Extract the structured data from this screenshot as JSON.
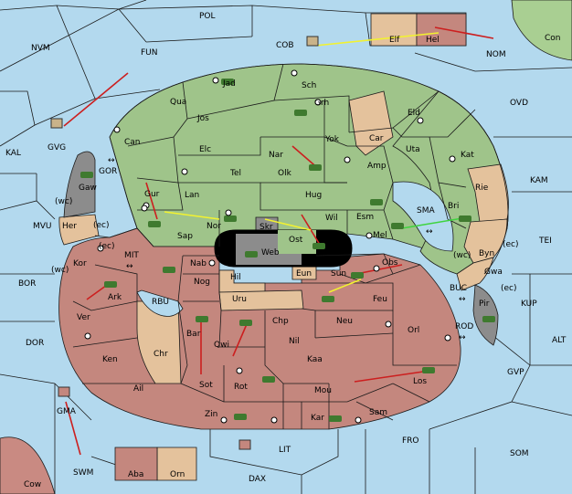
{
  "colors": {
    "sea": "#b3d9ee",
    "green": "#9fc48a",
    "red": "#c4877e",
    "tan": "#e4c29c",
    "gray": "#8c8c8c",
    "green_corner": "#a9cf92",
    "red_corner": "#c98a82",
    "arrow_red": "#cc1f1f",
    "arrow_yellow": "#f2f230",
    "arrow_green": "#3fd43f",
    "unit_green": "#3f7a2f"
  },
  "outer_seas": {
    "pol": "POL",
    "cob": "COB",
    "nom": "NOM",
    "con": "Con",
    "nvm": "NVM",
    "fun": "FUN",
    "ovd": "OVD",
    "kal": "KAL",
    "kam": "KAM",
    "mvu": "MVU",
    "tei": "TEI",
    "bor": "BOR",
    "kup": "KUP",
    "dor": "DOR",
    "alt": "ALT",
    "gvp": "GVP",
    "fro": "FRO",
    "som": "SOM",
    "lit": "LIT",
    "swm": "SWM",
    "dax": "DAX",
    "cow": "Cow",
    "gor": "GOR",
    "mit": "MIT",
    "rbu": "RBU",
    "sma": "SMA",
    "buc": "BUC",
    "rod": "ROD",
    "gvg": "GVG",
    "gma": "GMA"
  },
  "green_provinces": {
    "jad": "Jad",
    "sch": "Sch",
    "qua": "Qua",
    "jos": "Jos",
    "grh": "Grh",
    "can": "Can",
    "elc": "Elc",
    "nar": "Nar",
    "yok": "Yok",
    "tel": "Tel",
    "olk": "Olk",
    "gur": "Gur",
    "lan": "Lan",
    "hug": "Hug",
    "nor": "Nor",
    "sap": "Sap",
    "esm": "Esm",
    "wil": "Wil",
    "mel": "Mel",
    "ost": "Ost",
    "eld": "Eld",
    "uta": "Uta",
    "kat": "Kat",
    "amp": "Amp",
    "bri": "Bri"
  },
  "red_provinces": {
    "nab": "Nab",
    "nog": "Nog",
    "sun": "Sun",
    "obs": "Obs",
    "kor": "Kor",
    "ark": "Ark",
    "ver": "Ver",
    "feu": "Feu",
    "bar": "Bar",
    "chp": "Chp",
    "neu": "Neu",
    "qwi": "Qwi",
    "nil": "Nil",
    "orl": "Orl",
    "ken": "Ken",
    "kaa": "Kaa",
    "ail": "Ail",
    "sot": "Sot",
    "rot": "Rot",
    "mou": "Mou",
    "los": "Los",
    "sam": "Sam",
    "zin": "Zin",
    "kar": "Kar",
    "aba": "Aba"
  },
  "tan_provinces": {
    "car": "Car",
    "rie": "Rie",
    "byn": "Byn",
    "gwa": "Gwa",
    "her": "Her",
    "hil": "Hil",
    "uru": "Uru",
    "eun": "Eun",
    "chr": "Chr",
    "elf": "Elf",
    "orn": "Orn"
  },
  "gray_provinces": {
    "gaw": "Gaw",
    "pir": "Pir",
    "skr": "Skr",
    "web": "Web",
    "hel": "Hel"
  },
  "coast_tags": {
    "gaw_wc": "(wc)",
    "her_ec": "(ec)",
    "kor_ec": "(ec)",
    "kor_wc": "(wc)",
    "byn_wc": "(wc)",
    "byn_ec": "(ec)",
    "gwa_ec": "(ec)"
  },
  "convoy_symbol": "↔"
}
